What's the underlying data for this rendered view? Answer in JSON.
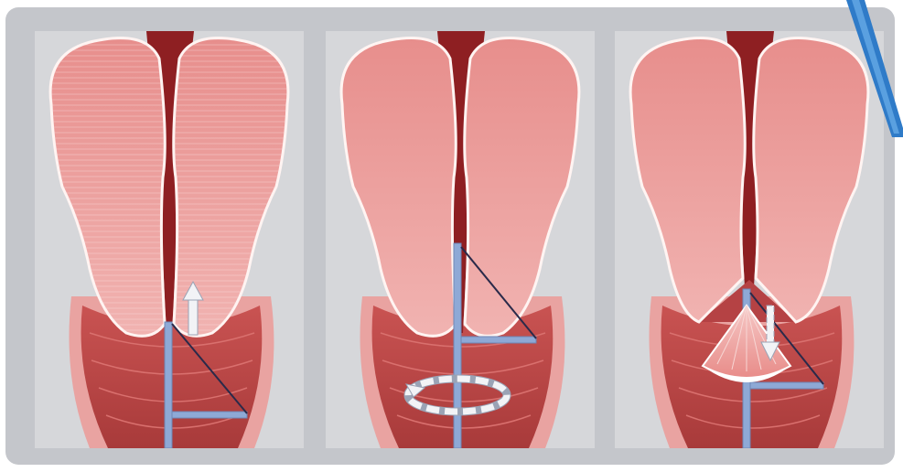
{
  "diagram": {
    "panels": [
      {
        "name": "panel-1",
        "step": 1,
        "arrow": "up",
        "probe_rotation_shown": false,
        "cone_shown": false
      },
      {
        "name": "panel-2",
        "step": 2,
        "arrow": "none",
        "probe_rotation_shown": true,
        "cone_shown": false
      },
      {
        "name": "panel-3",
        "step": 3,
        "arrow": "down",
        "probe_rotation_shown": false,
        "cone_shown": true
      }
    ],
    "colors": {
      "frame": "#c4c6cb",
      "background": "#d6d7da",
      "muscle_light": "#eaa0a0",
      "muscle_dark": "#b84545",
      "lumen": "#8e1f22",
      "probe": "#8ea9d6",
      "arrow": "#f2f3f6"
    }
  }
}
